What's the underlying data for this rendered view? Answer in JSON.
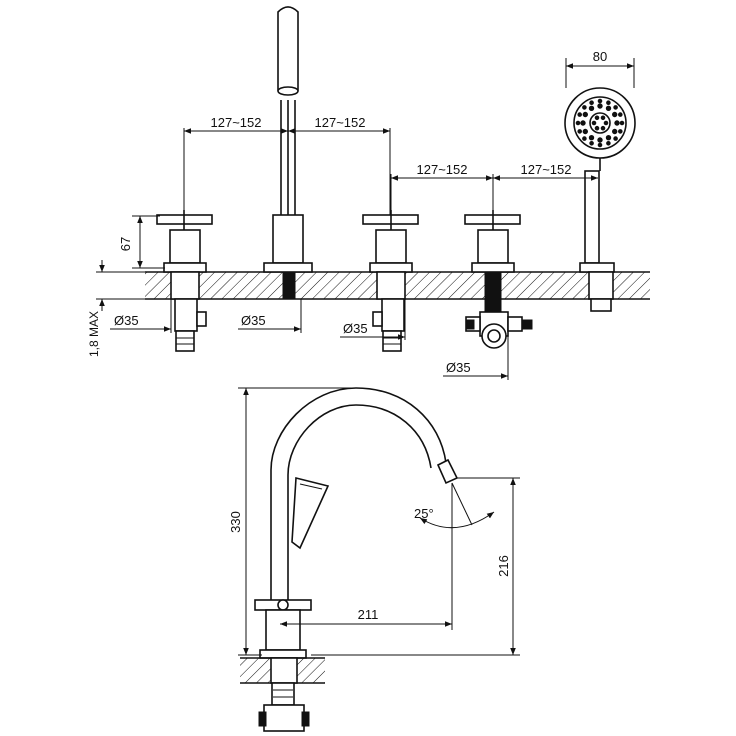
{
  "top_view": {
    "dims": {
      "spacing_1": "127~152",
      "spacing_2": "127~152",
      "spacing_3": "127~152",
      "spacing_4": "127~152",
      "handle_height": "67",
      "deck_max": "1,8 MAX",
      "dia_1": "Ø35",
      "dia_2": "Ø35",
      "dia_3": "Ø35",
      "dia_4": "Ø35",
      "shower_width": "80"
    }
  },
  "side_view": {
    "dims": {
      "height": "330",
      "reach": "211",
      "spout_height": "216",
      "angle": "25°"
    }
  }
}
